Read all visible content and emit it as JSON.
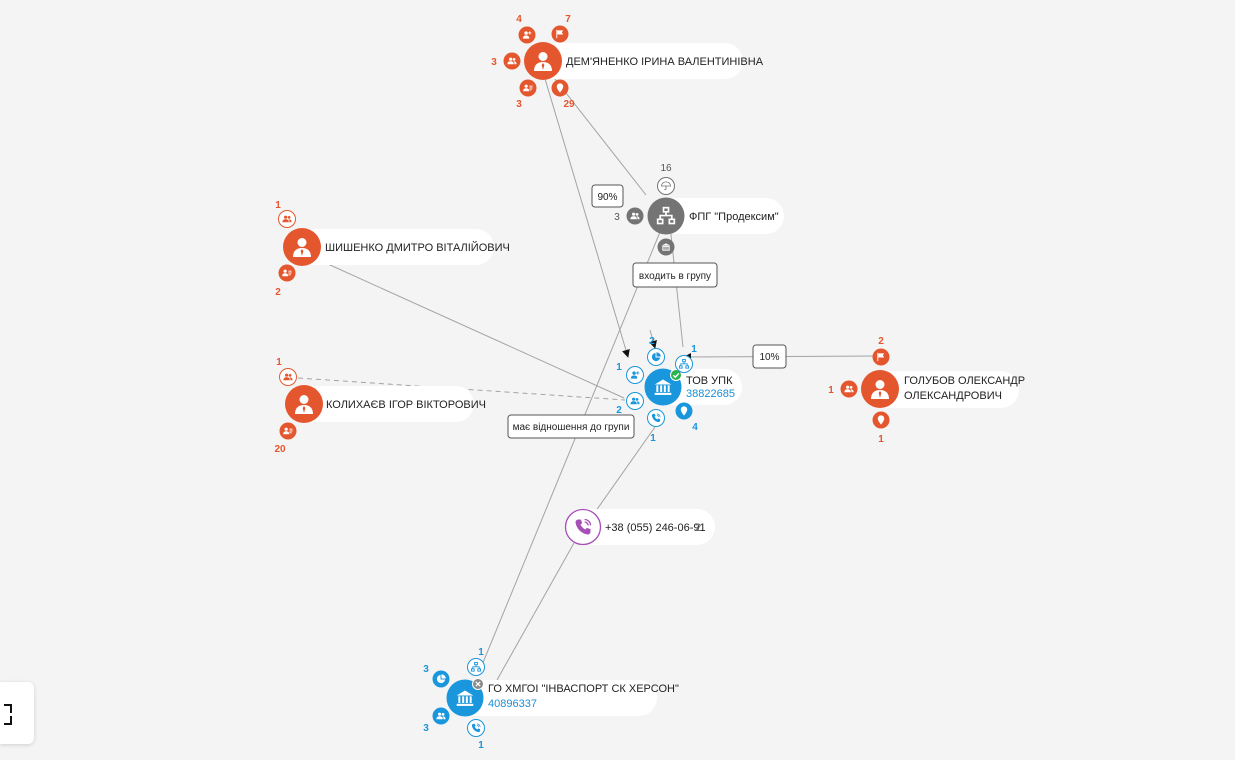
{
  "colors": {
    "person": "#e4572e",
    "company": "#1a96dc",
    "group": "#747474",
    "phone": "#a64fb6",
    "ok_badge": "#2bb24c"
  },
  "nodes": {
    "demyanenko": {
      "name": "ДЕМ'ЯНЕНКО ІРИНА ВАЛЕНТИНІВНА",
      "counts": {
        "user_plus": "4",
        "flag": "7",
        "users": "3",
        "user_list": "3",
        "location": "29"
      }
    },
    "shyshenko": {
      "name": "ШИШЕНКО ДМИТРО ВІТАЛІЙОВИЧ",
      "counts": {
        "users": "1",
        "user_list": "2"
      }
    },
    "kolykhaev": {
      "name": "КОЛИХАЄВ ІГОР ВІКТОРОВИЧ",
      "counts": {
        "users": "1",
        "user_list": "20"
      }
    },
    "fpg": {
      "name": "ФПГ \"Продексим\"",
      "counts": {
        "top": "16",
        "left": "3"
      }
    },
    "tov_upk": {
      "name": "ТОВ УПК",
      "code": "38822685",
      "counts": {
        "pie": "2",
        "hier": "1",
        "user_plus": "1",
        "users": "2",
        "phone": "1",
        "location": "4"
      }
    },
    "golubov": {
      "name_line1": "ГОЛУБОВ ОЛЕКСАНДР",
      "name_line2": "ОЛЕКСАНДРОВИЧ",
      "counts": {
        "flag": "2",
        "users": "1",
        "location": "1"
      }
    },
    "phone": {
      "name": "+38 (055) 246-06-91",
      "count": "2"
    },
    "go_khmgoi": {
      "name": "ГО ХМГОІ \"ІНВАСПОРТ СК ХЕРСОН\"",
      "code": "40896337",
      "counts": {
        "hier": "1",
        "pie": "3",
        "users": "3",
        "phone": "1"
      }
    }
  },
  "edge_labels": {
    "percent_90": "90%",
    "percent_10": "10%",
    "in_group": "входить в групу",
    "related_group": "має відношення до групи"
  }
}
